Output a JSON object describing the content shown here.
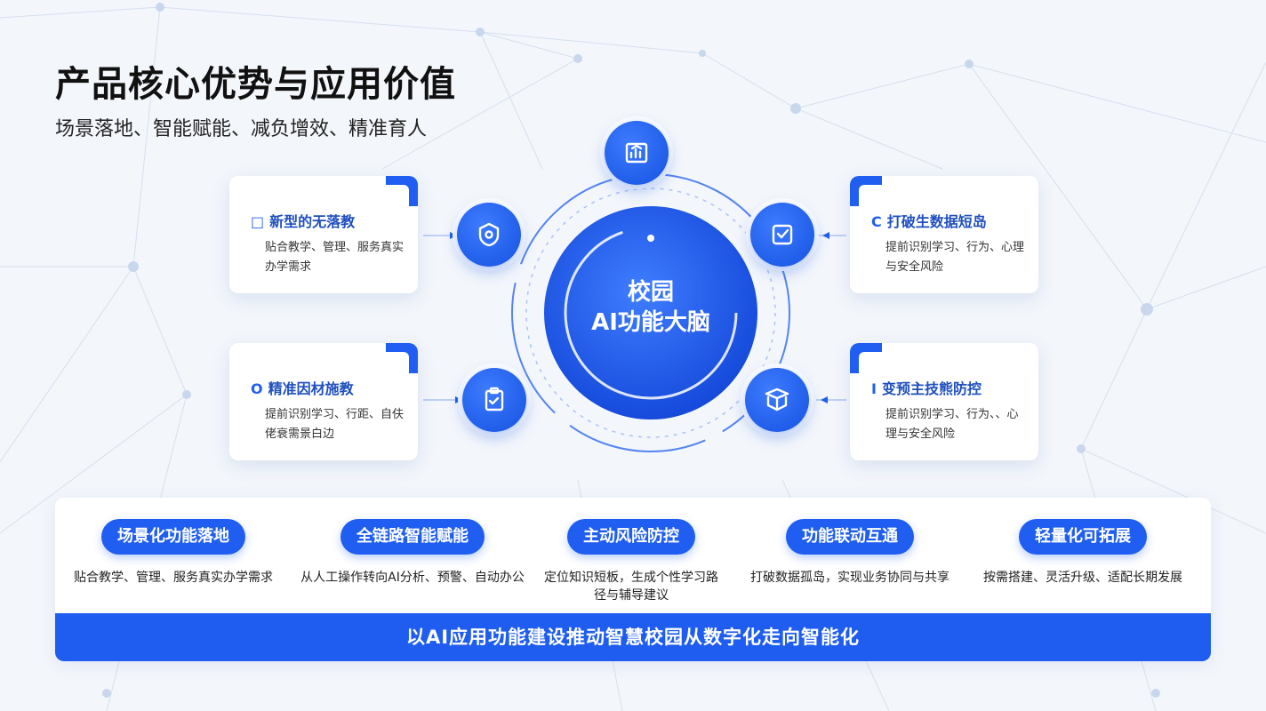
{
  "title": "产品核心优势与应用价值",
  "subtitle": "场景落地、智能赋能、减负增效、精准育人",
  "hub": {
    "line1": "校园",
    "line2": "AI功能大脑"
  },
  "icons": {
    "top": "chart-icon",
    "upper_left": "shield-icon",
    "upper_right": "check-icon",
    "lower_left": "clipboard-icon",
    "lower_right": "book-icon"
  },
  "cards": [
    {
      "title": "新型的无落教",
      "desc": "贴合教学、管理、服务真实办学需求"
    },
    {
      "title": "精准因材施教",
      "desc": "提前识别学习、行距、自伕佬衰需景白边"
    },
    {
      "title": "打破生数据短岛",
      "desc": "提前识别学习、行为、心理与安全风险"
    },
    {
      "title": "变预主技熊防控",
      "desc": "提前识别学习、行为、、心理与安全风险"
    }
  ],
  "features": [
    {
      "label": "场景化功能落地",
      "desc": "贴合教学、管理、服务真实办学需求"
    },
    {
      "label": "全链路智能赋能",
      "desc": "从人工操作转向AI分析、预警、自动办公"
    },
    {
      "label": "主动风险防控",
      "desc": "定位知识短板，生成个性学习路径与辅导建议"
    },
    {
      "label": "功能联动互通",
      "desc": "打破数据孤岛，实现业务协同与共享"
    },
    {
      "label": "轻量化可拓展",
      "desc": "按需搭建、灵活升级、适配长期发展"
    }
  ],
  "banner": "以AI应用功能建设推动智慧校园从数字化走向智能化",
  "colors": {
    "primary": "#1f5ef0",
    "hub_dark": "#1552e0",
    "background": "#f3f6fb"
  }
}
